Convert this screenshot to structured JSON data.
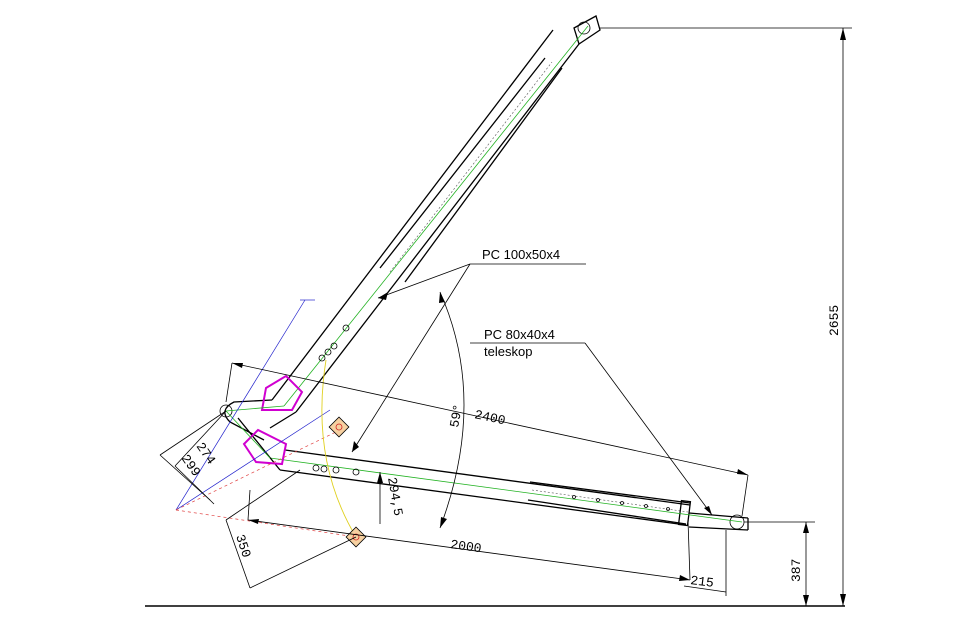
{
  "drawing": {
    "labels": {
      "upper_profile": "PC 100x50x4",
      "lower_profile_line1": "PC 80x40x4",
      "lower_profile_line2": "teleskop"
    },
    "dimensions": {
      "total_height": "2655",
      "upper_arm_length": "2400",
      "lower_arm_length": "2000",
      "angle": "59°",
      "pivot_offset_a": "274",
      "pivot_offset_b": "299",
      "hinge_offset": "294,5",
      "base_offset": "350",
      "telescope_end": "215",
      "end_height": "387"
    },
    "colors": {
      "outline": "#000000",
      "centerline": "#22b222",
      "joint": "#d000d0",
      "construction_blue": "#2222cc",
      "construction_red": "#e04040",
      "arc": "#e0d020"
    }
  }
}
